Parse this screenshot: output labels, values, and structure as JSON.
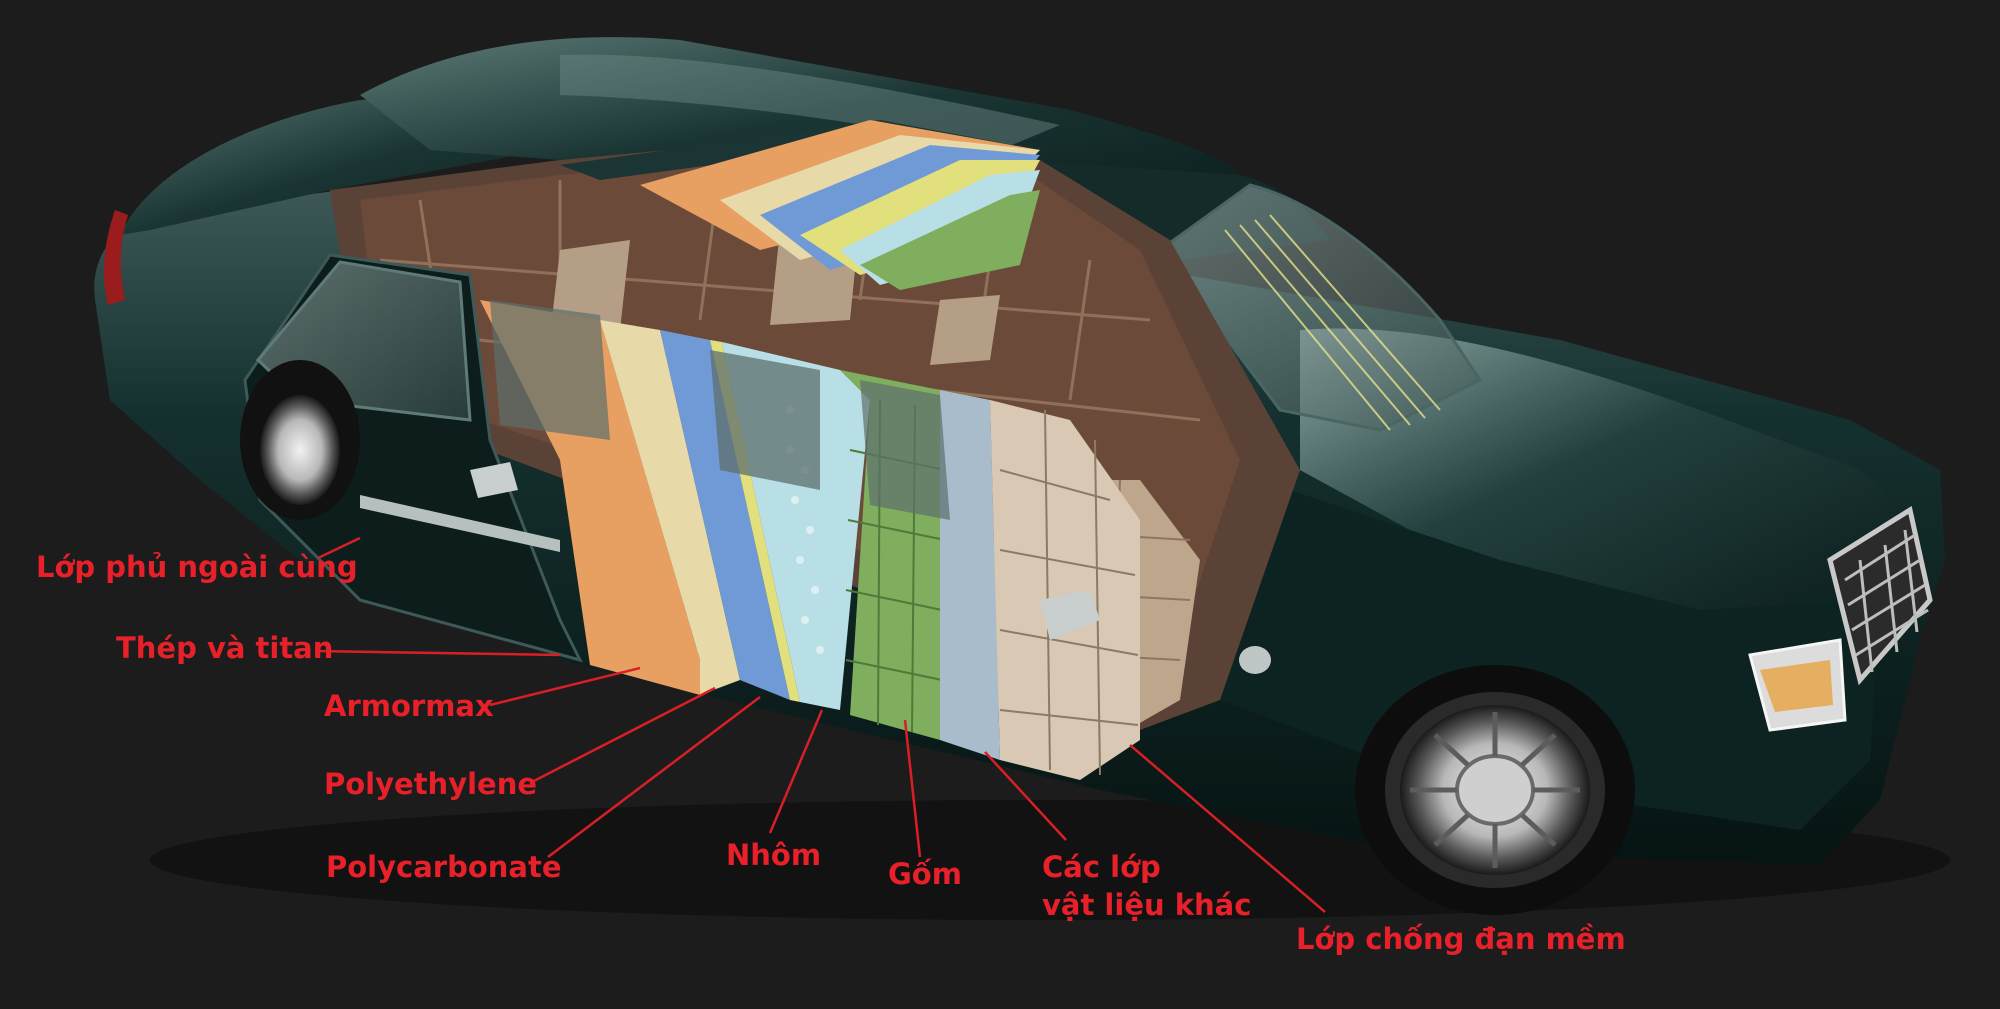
{
  "diagram": {
    "colors": {
      "background": "#1c1c1c",
      "label_text": "#e8202a",
      "leader_line": "#d81f26",
      "car_body": "#0f2726",
      "car_highlight": "#6f8c89",
      "interior": "#6b4a3a",
      "armormax": "#e8a062",
      "polyethylene": "#e8d9a8",
      "polycarbonate": "#6f9ad6",
      "aluminum": "#b9dfe6",
      "ceramic": "#7fae5e",
      "other_layers": "#a9bccb",
      "soft_armor": "#d9c8b4"
    },
    "labels": {
      "outer_coating": "Lớp phủ ngoài cùng",
      "steel_titanium": "Thép và titan",
      "armormax": "Armormax",
      "polyethylene": "Polyethylene",
      "polycarbonate": "Polycarbonate",
      "aluminum": "Nhôm",
      "ceramic": "Gốm",
      "other_layers_line1": "Các lớp",
      "other_layers_line2": "vật liệu khác",
      "soft_armor": "Lớp chống đạn mềm"
    }
  }
}
